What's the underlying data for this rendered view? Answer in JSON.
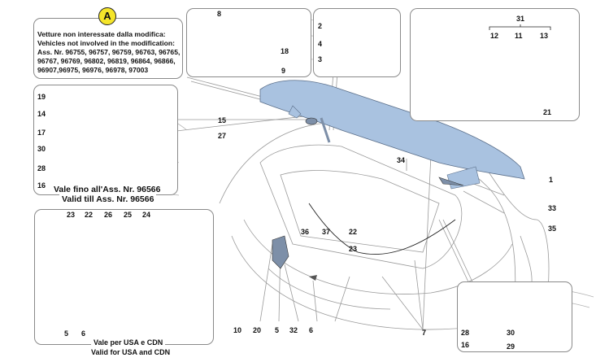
{
  "diagram": {
    "subject": "Front bonnet (hood) assembly exploded parts diagram",
    "highlight_color": "#a9c2e0",
    "badge_color": "#f5e52a",
    "note_box": {
      "badge": "A",
      "lines": [
        "Vetture non interessate dalla modifica:",
        "Vehicles not involved in the modification:",
        "Ass. Nr. 96755, 96757, 96759, 96763, 96765,",
        "96767, 96769, 96802, 96819, 96864, 96866,",
        "96907,96975, 96976, 96978, 97003"
      ]
    },
    "inset_until": {
      "caption_it": "Vale fino all'Ass. Nr. 96566",
      "caption_en": "Valid till Ass. Nr. 96566",
      "labels": [
        "19",
        "14",
        "17",
        "30",
        "28",
        "16"
      ]
    },
    "inset_usa": {
      "caption_it": "Vale per USA e CDN",
      "caption_en": "Valid for USA and CDN",
      "labels": [
        "23",
        "22",
        "26",
        "25",
        "24",
        "5",
        "6"
      ]
    },
    "inset_latch": {
      "labels": [
        "8",
        "18",
        "9"
      ]
    },
    "inset_hinge": {
      "labels": [
        "2",
        "4",
        "3"
      ]
    },
    "inset_seals": {
      "labels": [
        "31",
        "12",
        "11",
        "13",
        "21"
      ]
    },
    "inset_rear": {
      "labels": [
        "28",
        "30",
        "16",
        "29"
      ]
    },
    "main_labels": [
      "15",
      "27",
      "34",
      "1",
      "33",
      "35",
      "36",
      "37",
      "22",
      "23",
      "10",
      "20",
      "5",
      "32",
      "6",
      "7"
    ]
  }
}
